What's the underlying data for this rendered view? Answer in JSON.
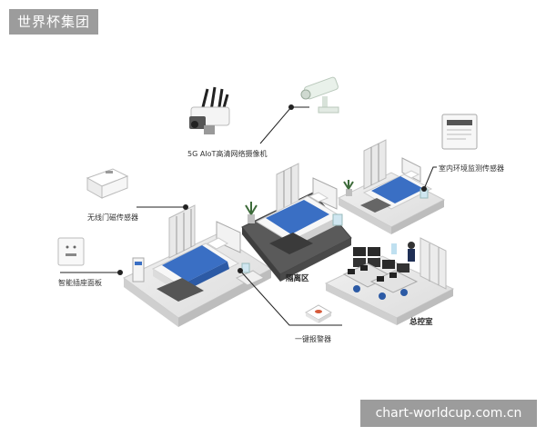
{
  "brand": {
    "name": "世界杯集团"
  },
  "watermark": {
    "text": "chart-worldcup.com.cn"
  },
  "labels": {
    "camera": "5G AIoT高清网络摄像机",
    "indoor_sensor": "室内环境监测传感器",
    "door_sensor": "无线门磁传感器",
    "isolation_zone": "隔离区",
    "smart_panel": "智能插座面板",
    "control_room": "总控室",
    "alarm": "一键报警器"
  },
  "colors": {
    "bed_blue": "#3a6fc4",
    "floor_light": "#e6e6e6",
    "floor_dark": "#5a5a5a",
    "wall": "#d9dadc",
    "line": "#222222",
    "badge_bg": "#9c9c9c"
  },
  "icons": [
    "router-camera-icon",
    "bullet-camera-icon",
    "sensor-box-icon",
    "door-sensor-icon",
    "socket-panel-icon",
    "alarm-button-icon"
  ]
}
